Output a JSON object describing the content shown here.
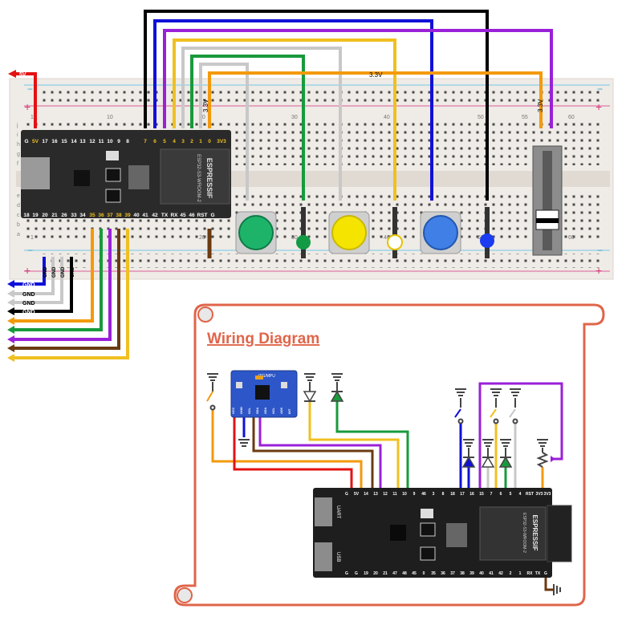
{
  "breadboard": {
    "column_numbers": [
      "1",
      "10",
      "20",
      "30",
      "40",
      "50",
      "55",
      "60"
    ],
    "row_letters": [
      "j",
      "i",
      "h",
      "g",
      "f",
      "e",
      "d",
      "c",
      "b",
      "a"
    ],
    "rail_minus": "−",
    "rail_plus": "+"
  },
  "esp_board": {
    "brand": "ESPRESSIF",
    "model": "ESP32-S3-WROOM-2",
    "top_pins": [
      "G",
      "5V",
      "17",
      "16",
      "15",
      "14",
      "13",
      "12",
      "11",
      "10",
      "9",
      "8",
      "7",
      "6",
      "5",
      "4",
      "3",
      "2",
      "1",
      "0",
      "3V3"
    ],
    "bottom_pins": [
      "18",
      "19",
      "20",
      "21",
      "26",
      "33",
      "34",
      "35",
      "36",
      "37",
      "38",
      "39",
      "40",
      "41",
      "42",
      "TX",
      "RX",
      "45",
      "46",
      "RST",
      "G"
    ]
  },
  "labels": {
    "five_volt": "5V",
    "three_v3_top": "3.3V",
    "three_v3_left": "3.3V",
    "three_v3_right": "3.3V",
    "gnd": [
      "GND",
      "GND",
      "GND",
      "GND"
    ],
    "gnd_vertical": [
      "GND",
      "GND",
      "GND",
      "GND"
    ]
  },
  "components": {
    "buttons": [
      {
        "name": "green",
        "color": "#1db46a"
      },
      {
        "name": "yellow",
        "color": "#f5e400"
      },
      {
        "name": "blue",
        "color": "#3f7fe6"
      }
    ],
    "leds": [
      {
        "name": "green",
        "color": "#139a45"
      },
      {
        "name": "white",
        "color": "#ffffff"
      },
      {
        "name": "blue",
        "color": "#1b3cf0"
      }
    ],
    "slide_pot": "slide potentiometer"
  },
  "wiring_panel": {
    "title": "Wiring Diagram",
    "sensor_label": "ITG/MPU",
    "sensor_pins": [
      "VCC",
      "GND",
      "SCL",
      "SDA",
      "XDA",
      "XCL",
      "AD0",
      "INT"
    ],
    "board_brand": "ESPRESSIF",
    "board_model": "ESP32-S3-WROOM-2",
    "port_labels": [
      "UART",
      "USB"
    ],
    "top_pins": [
      "G",
      "5V",
      "14",
      "13",
      "12",
      "11",
      "10",
      "9",
      "46",
      "3",
      "8",
      "18",
      "17",
      "16",
      "15",
      "7",
      "6",
      "5",
      "4",
      "RST",
      "3V3",
      "3V3"
    ],
    "bottom_pins": [
      "G",
      "G",
      "19",
      "20",
      "21",
      "47",
      "48",
      "45",
      "0",
      "35",
      "36",
      "37",
      "38",
      "39",
      "40",
      "41",
      "42",
      "2",
      "1",
      "RX",
      "TX",
      "G"
    ]
  },
  "colors": {
    "red": "#e31212",
    "black": "#000000",
    "blue": "#1010d8",
    "gold": "#f0c020",
    "gray": "#c8c8c8",
    "green": "#189a3c",
    "orange": "#f39a0b",
    "purple": "#9a20d8",
    "brown": "#6b3a10",
    "panel_border": "#e0654a"
  }
}
